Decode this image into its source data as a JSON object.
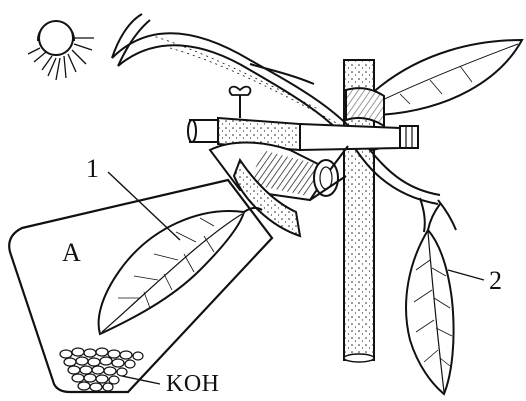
{
  "labels": {
    "leaf_one": "1",
    "flask": "A",
    "leaf_two": "2",
    "alkali": "KOH"
  }
}
